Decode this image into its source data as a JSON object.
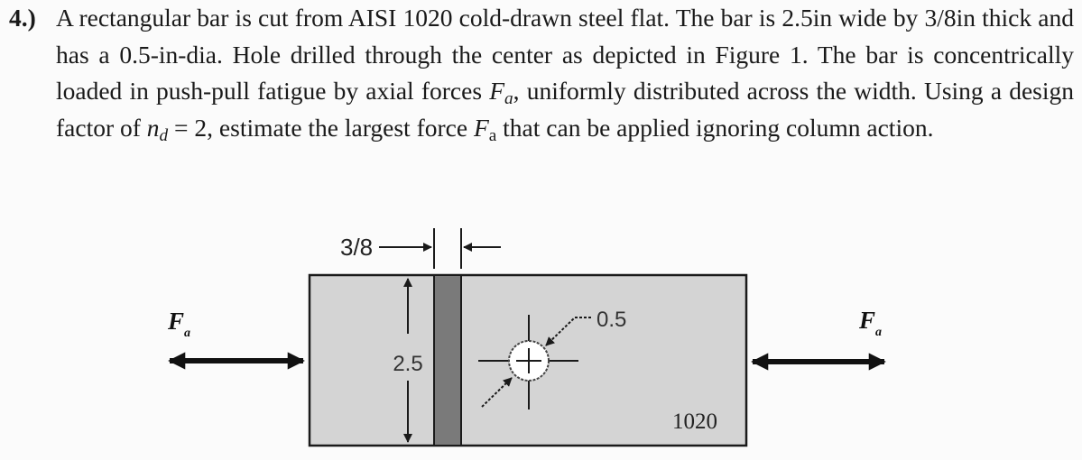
{
  "problem": {
    "number": "4.)",
    "segments": {
      "s1": "A rectangular bar is cut from AISI 1020 cold-drawn steel flat. The bar is 2.5in wide by 3/8in thick and has a 0.5-in-dia. Hole drilled through the center as depicted in Figure 1. The bar is concentrically loaded in push-pull fatigue by axial forces ",
      "F": "F",
      "a_sub": "a",
      "s2": ", uniformly distributed across the width. Using a design factor of ",
      "n": "n",
      "d_sub": "d",
      "s3": " = 2, estimate the largest force ",
      "F2": "F",
      "a_sub2": "a",
      "s4": " that can be applied ignoring column action."
    }
  },
  "figure": {
    "thickness_label": "3/8",
    "width_label": "2.5",
    "hole_label": "0.5",
    "material_label": "1020",
    "force_left_label": "F",
    "force_left_sub": "a",
    "force_right_label": "F",
    "force_right_sub": "a",
    "colors": {
      "bar_fill": "#d4d4d4",
      "strip_fill": "#7a7a7a",
      "outline": "#1a1a1a",
      "hole_fill": "#ffffff"
    }
  }
}
